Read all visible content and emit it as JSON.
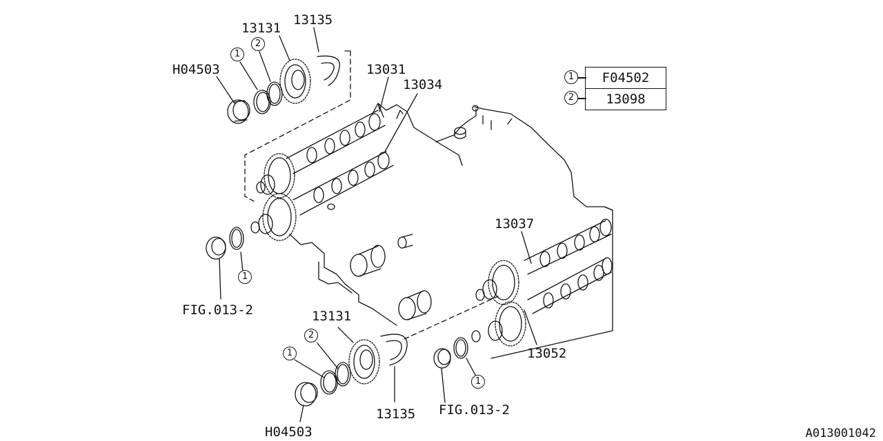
{
  "parts": {
    "p13131_top": "13131",
    "p13135_top": "13135",
    "h04503_top": "H04503",
    "p13031": "13031",
    "p13034": "13034",
    "p13037": "13037",
    "p13052": "13052",
    "fig_left": "FIG.013-2",
    "fig_right": "FIG.013-2",
    "p13131_bot": "13131",
    "p13135_bot": "13135",
    "h04503_bot": "H04503"
  },
  "callouts": {
    "one": "1",
    "two": "2"
  },
  "legend": [
    {
      "key": "1",
      "code": "F04502"
    },
    {
      "key": "2",
      "code": "13098"
    }
  ],
  "reference_code": "A013001042"
}
